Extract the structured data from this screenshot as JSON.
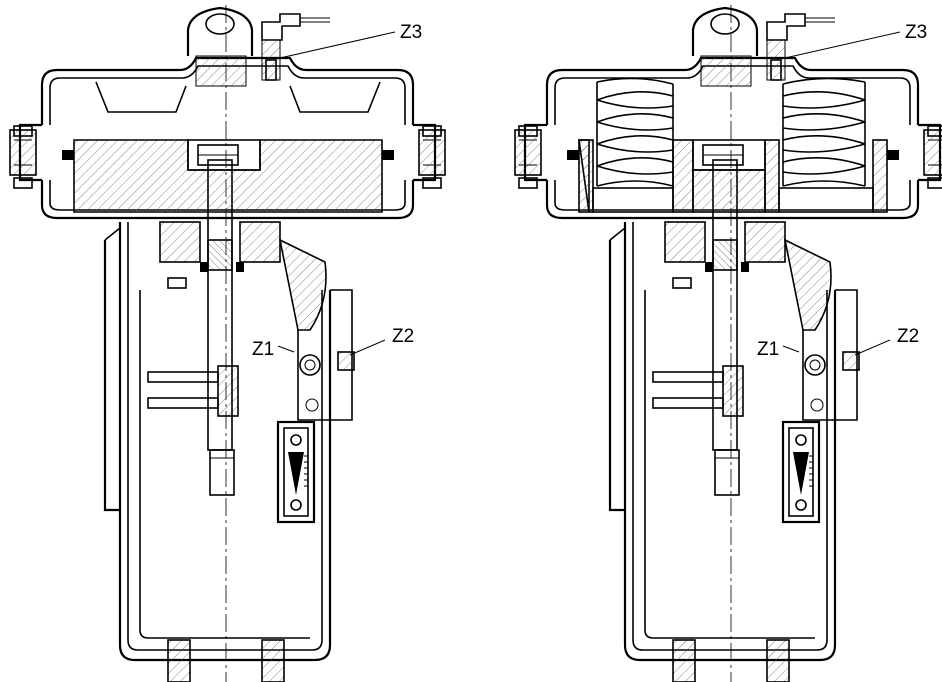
{
  "diagram": {
    "views": [
      {
        "id": "actuator-without-springs",
        "callouts": [
          {
            "id": "z3",
            "text": "Z3"
          },
          {
            "id": "z1",
            "text": "Z1"
          },
          {
            "id": "z2",
            "text": "Z2"
          }
        ]
      },
      {
        "id": "actuator-with-springs",
        "callouts": [
          {
            "id": "z3",
            "text": "Z3"
          },
          {
            "id": "z1",
            "text": "Z1"
          },
          {
            "id": "z2",
            "text": "Z2"
          }
        ]
      }
    ]
  }
}
